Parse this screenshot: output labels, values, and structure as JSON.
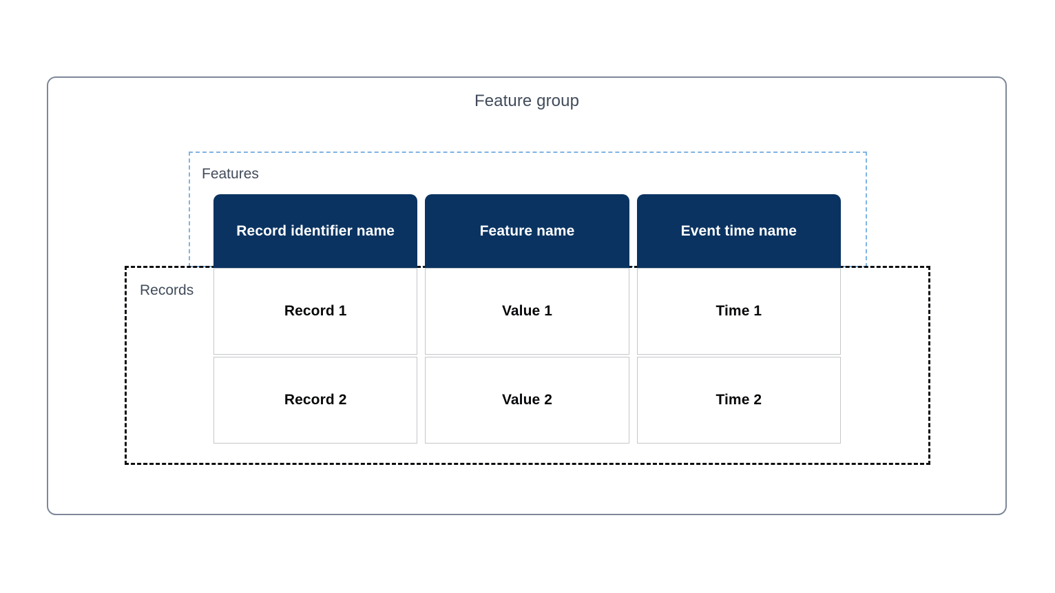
{
  "diagram": {
    "title": "Feature group",
    "groups": {
      "features": {
        "label": "Features",
        "border_color": "#7fb3e3",
        "border_style": "dashed"
      },
      "records": {
        "label": "Records",
        "border_color": "#0f0f12",
        "border_style": "dashed"
      }
    },
    "colors": {
      "header_fill": "#0a3361",
      "header_text": "#ffffff",
      "label_text": "#414b5a",
      "cell_border": "#c3c6c9",
      "container_border": "#7d8799",
      "background": "#ffffff"
    },
    "table": {
      "headers": [
        "Record identifier name",
        "Feature name",
        "Event time name"
      ],
      "rows": [
        [
          "Record 1",
          "Value 1",
          "Time 1"
        ],
        [
          "Record 2",
          "Value 2",
          "Time 2"
        ]
      ]
    }
  }
}
